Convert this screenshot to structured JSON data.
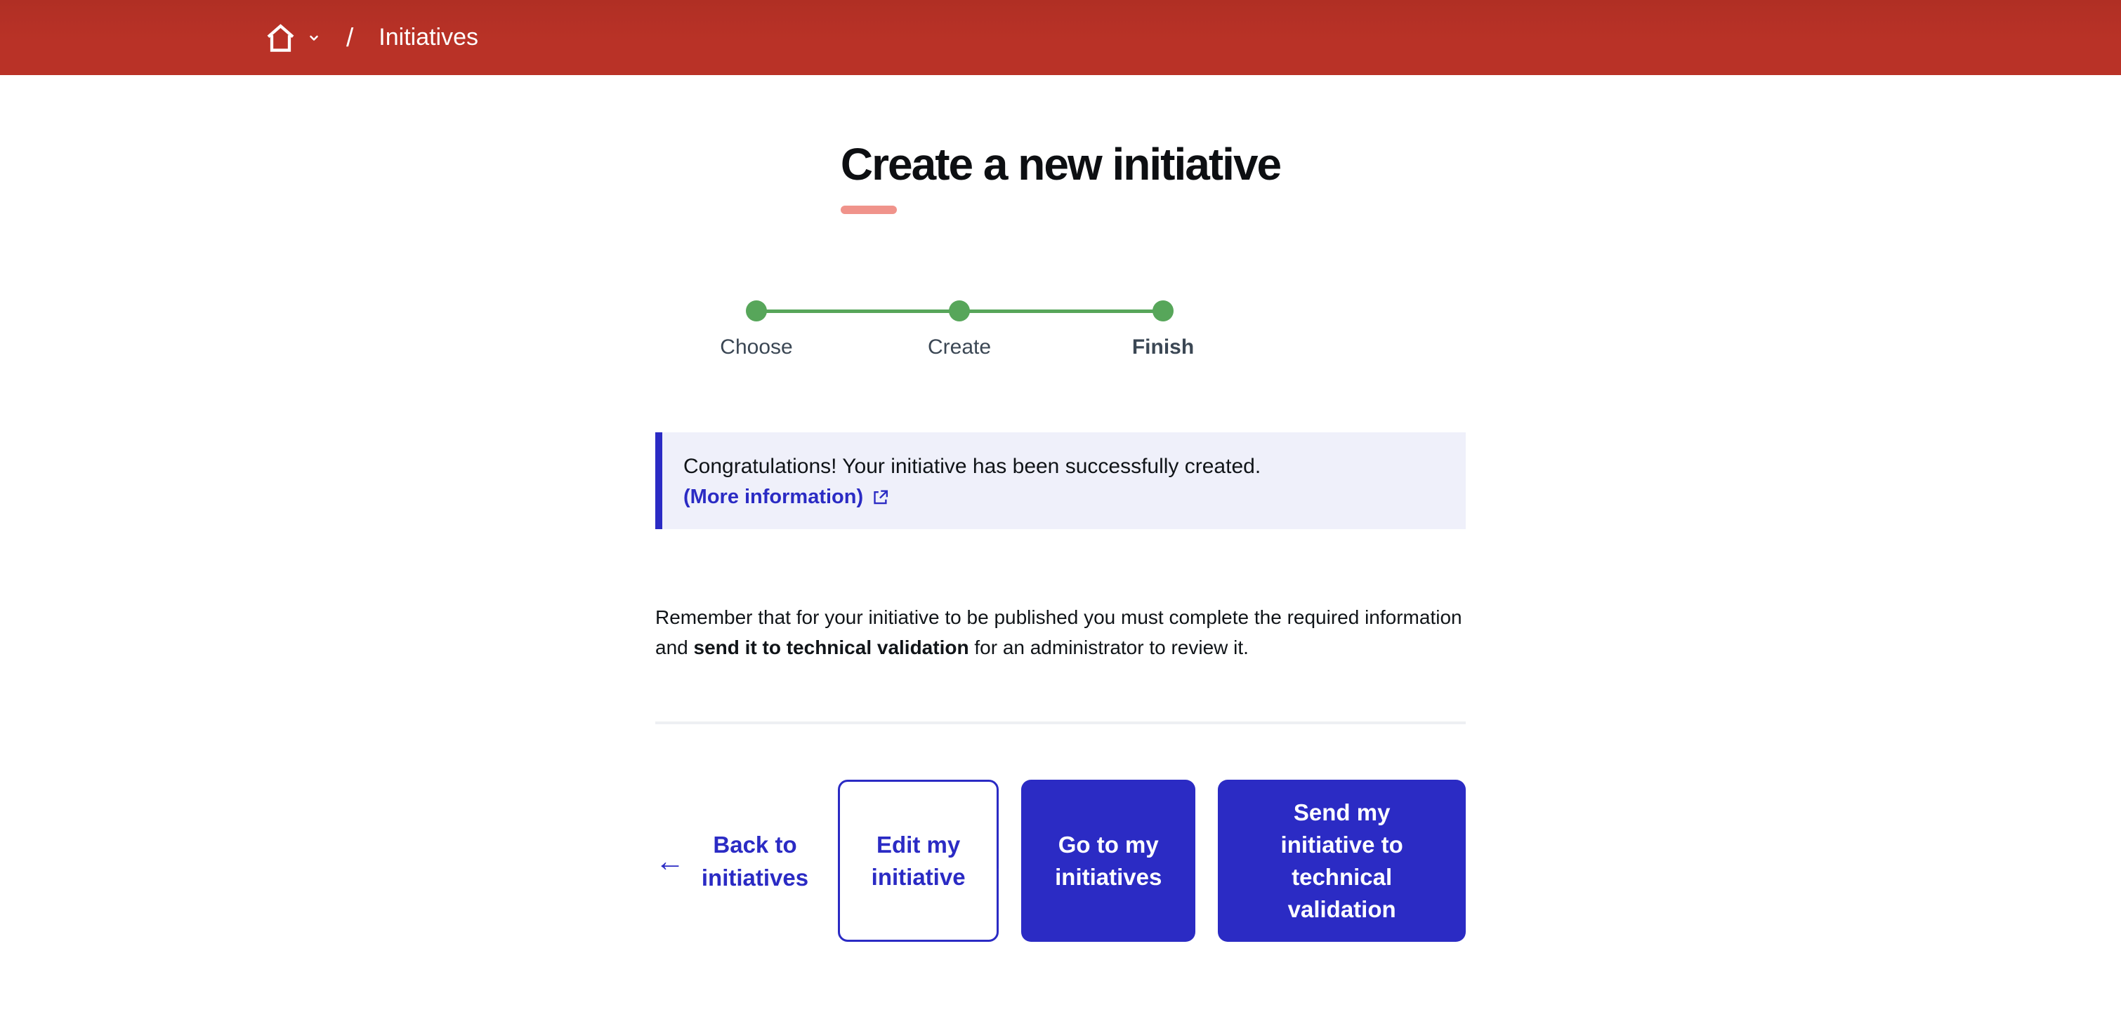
{
  "theme": {
    "colors": {
      "header_red": "#b93227",
      "blue": "#2b2bc4",
      "green": "#57a65a",
      "salmon": "#f0938b",
      "alert_bg": "#eff0fa",
      "step_text": "#3b4754",
      "divider": "#eef0f3"
    }
  },
  "header": {
    "breadcrumb": {
      "separator": "/",
      "current": "Initiatives"
    },
    "icons": {
      "home": "home-icon",
      "chevron": "chevron-down-icon"
    }
  },
  "page": {
    "title": "Create a new initiative"
  },
  "stepper": {
    "steps": [
      {
        "label": "Choose",
        "current": false
      },
      {
        "label": "Create",
        "current": false
      },
      {
        "label": "Finish",
        "current": true
      }
    ]
  },
  "alert": {
    "message": "Congratulations! Your initiative has been successfully created.",
    "link_label": "(More information)",
    "link_icon": "external-link-icon"
  },
  "note": {
    "text_before": "Remember that for your initiative to be published you must complete the required information and ",
    "bold": "send it to technical validation",
    "text_after": " for an administrator to review it."
  },
  "actions": {
    "back_arrow": "←",
    "back_label": "Back to initiatives",
    "edit_label": "Edit my initiative",
    "go_label": "Go to my initiatives",
    "send_label": "Send my initiative to technical validation"
  }
}
